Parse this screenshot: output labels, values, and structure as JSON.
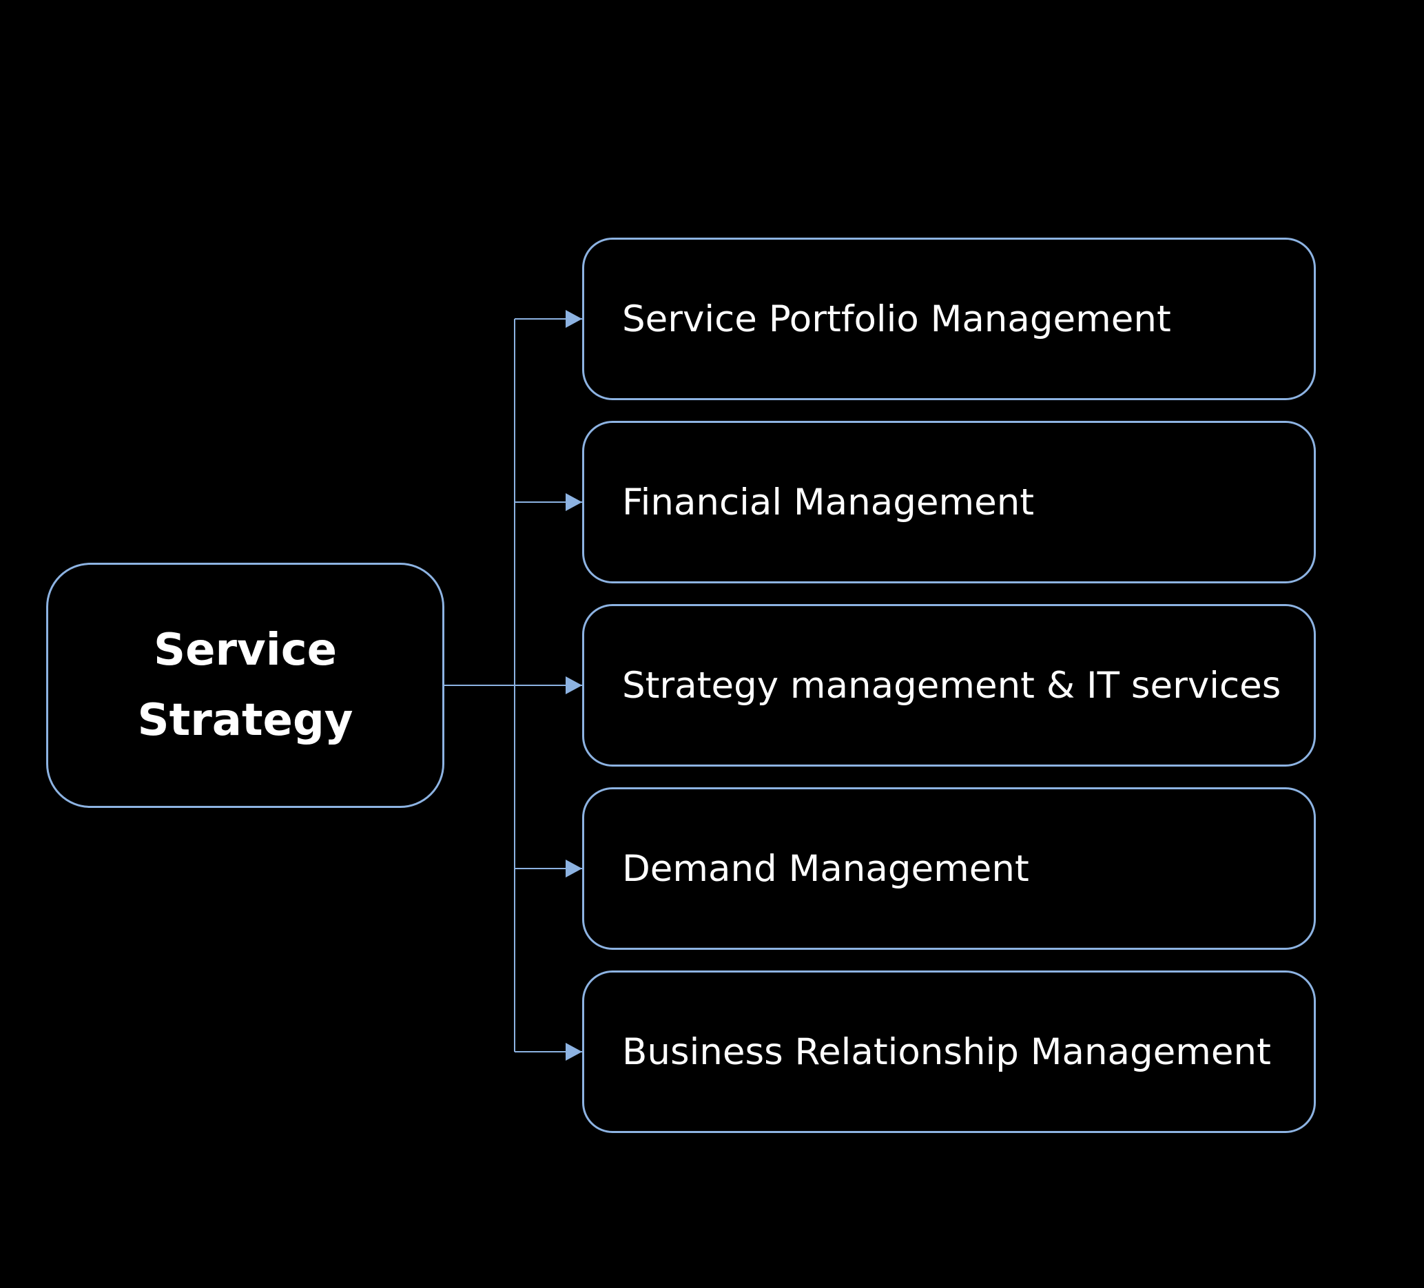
{
  "diagram": {
    "root": {
      "label": "Service\nStrategy"
    },
    "children": [
      {
        "label": "Service Portfolio Management"
      },
      {
        "label": "Financial Management"
      },
      {
        "label": "Strategy management & IT services"
      },
      {
        "label": "Demand Management"
      },
      {
        "label": "Business Relationship Management"
      }
    ],
    "colors": {
      "background": "#000000",
      "border": "#8DB3E2",
      "connector": "#8DB3E2",
      "text": "#FFFFFF"
    }
  }
}
